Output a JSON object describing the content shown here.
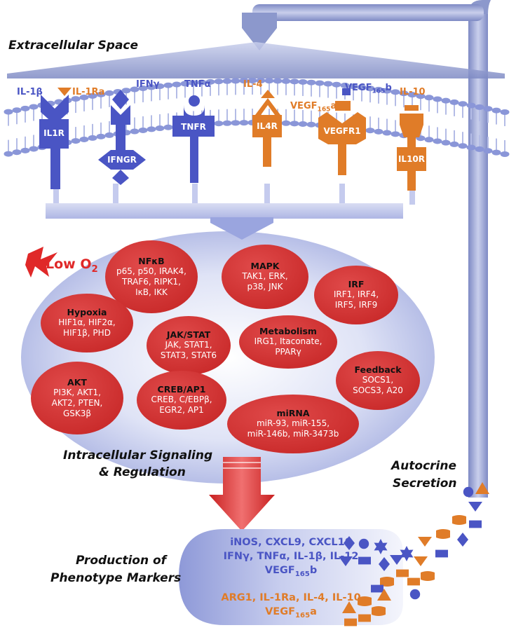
{
  "title_extracellular": "Extracellular Space",
  "title_intracellular_line1": "Intracellular Signaling",
  "title_intracellular_line2": "& Regulation",
  "title_production_line1": "Production of",
  "title_production_line2": "Phenotype Markers",
  "title_autocrine_line1": "Autocrine",
  "title_autocrine_line2": "Secretion",
  "low_o2": {
    "text": "Low O",
    "sub": "2"
  },
  "ligands": {
    "il1b": "IL-1β",
    "il1ra": "IL-1Ra",
    "ifng": "IFNγ",
    "tnfa": "TNFα",
    "il4": "IL-4",
    "vegf_b": {
      "text": "VEGF",
      "sub": "165",
      "suffix": "b"
    },
    "vegf_a": {
      "text": "VEGF",
      "sub": "165",
      "suffix": "a"
    },
    "il10": "IL-10"
  },
  "receptors": {
    "il1r": "IL1R",
    "ifngr": "IFNGR",
    "tnfr": "TNFR",
    "il4r": "IL4R",
    "vegfr1": "VEGFR1",
    "il10r": "IL10R"
  },
  "pathways": [
    {
      "title": "NFκB",
      "body": "p65, p50, IRAK4, TRAF6, RIPK1, IκB, IKK"
    },
    {
      "title": "MAPK",
      "body": "TAK1, ERK, p38, JNK"
    },
    {
      "title": "IRF",
      "body": "IRF1, IRF4, IRF5, IRF9"
    },
    {
      "title": "Hypoxia",
      "body": "HIF1α, HIF2α, HIF1β, PHD"
    },
    {
      "title": "JAK/STAT",
      "body": "JAK, STAT1, STAT3, STAT6"
    },
    {
      "title": "Metabolism",
      "body": "IRG1, Itaconate, PPARγ"
    },
    {
      "title": "Feedback",
      "body": "SOCS1, SOCS3, A20"
    },
    {
      "title": "AKT",
      "body": "PI3K, AKT1, AKT2, PTEN, GSK3β"
    },
    {
      "title": "CREB/AP1",
      "body": "CREB, C/EBPβ, EGR2, AP1"
    },
    {
      "title": "miRNA",
      "body": "miR-93, miR-155, miR-146b, miR-3473b"
    }
  ],
  "markers": {
    "blue_line1": "iNOS, CXCL9, CXCL10",
    "blue_line2": "IFNγ, TNFα, IL-1β, IL-12",
    "blue_line3": {
      "text": "VEGF",
      "sub": "165",
      "suffix": "b"
    },
    "orange_line1": "ARG1, IL-1Ra, IL-4, IL-10",
    "orange_line2": {
      "text": "VEGF",
      "sub": "165",
      "suffix": "a"
    }
  },
  "colors": {
    "blue": "#4a55c4",
    "orange": "#e07c28",
    "red": "#d83a3a",
    "pipe": "#8c98cc",
    "membrane": "#8a96d8"
  }
}
